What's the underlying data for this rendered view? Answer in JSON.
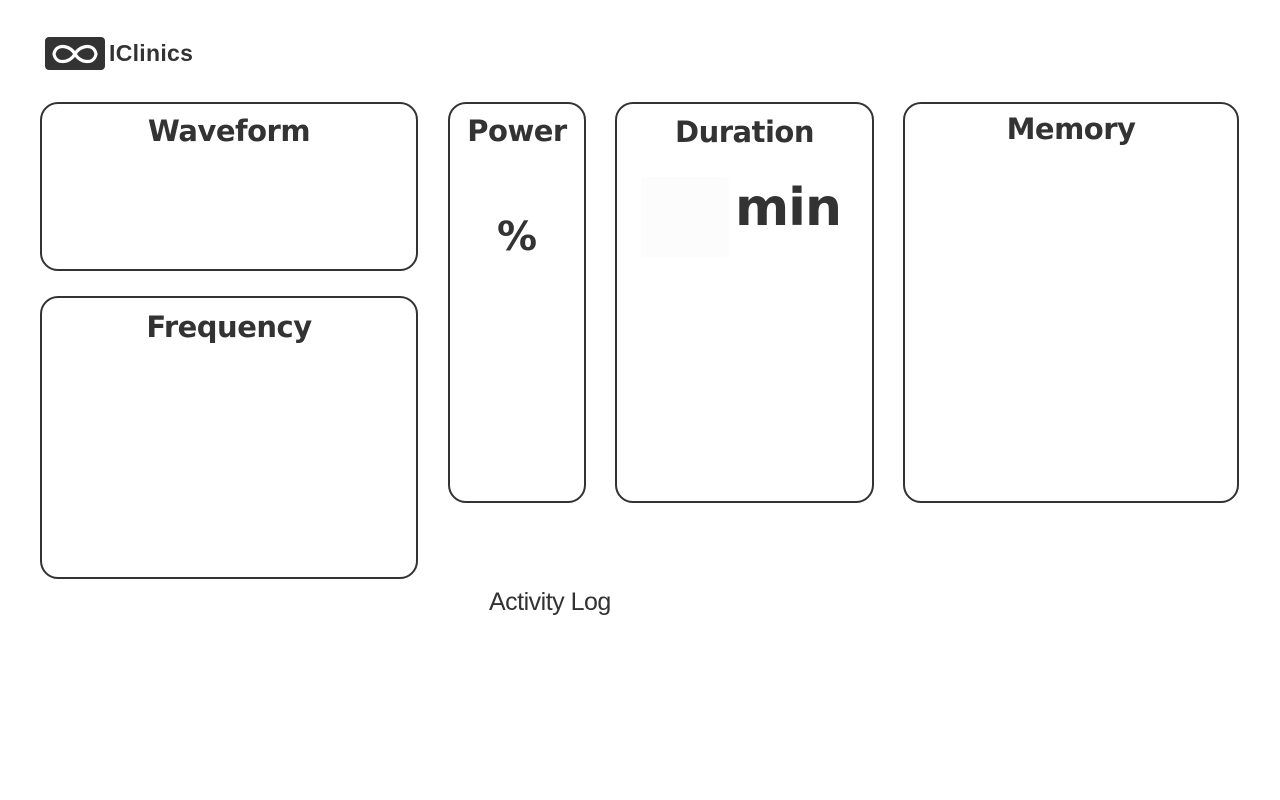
{
  "brand": {
    "logo_icon": "infinity-icon",
    "name": "IClinics"
  },
  "panels": {
    "waveform": {
      "title": "Waveform"
    },
    "frequency": {
      "title": "Frequency"
    },
    "power": {
      "title": "Power",
      "unit": "%"
    },
    "duration": {
      "title": "Duration",
      "value": "",
      "unit": "min"
    },
    "memory": {
      "title": "Memory"
    }
  },
  "activity_log": {
    "title": "Activity Log"
  },
  "colors": {
    "foreground": "#333333",
    "background": "#ffffff"
  }
}
